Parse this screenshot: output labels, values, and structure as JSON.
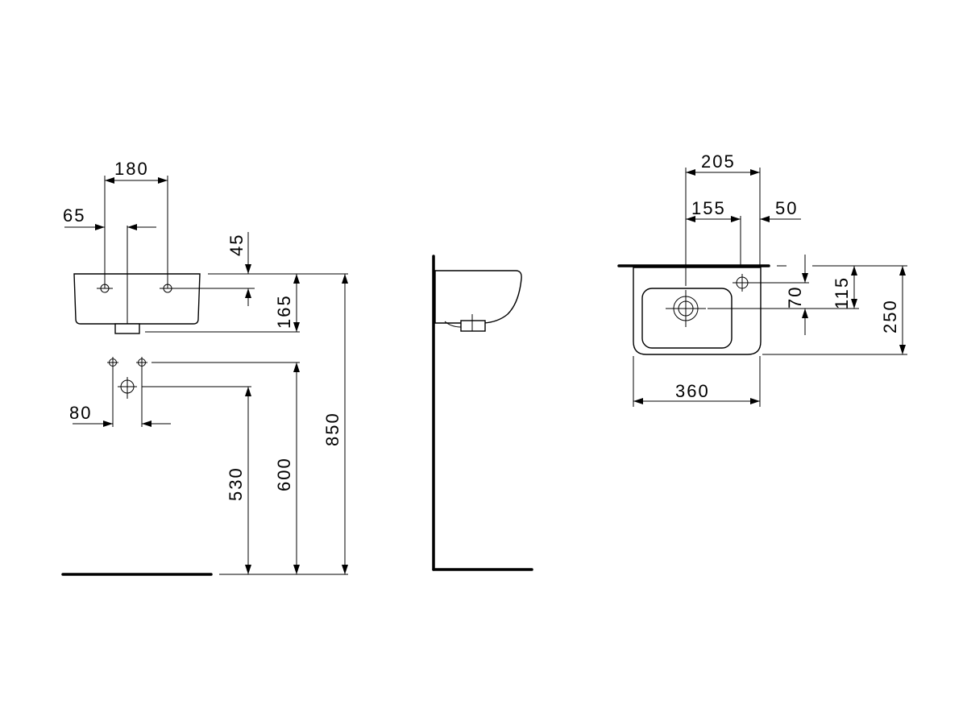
{
  "front_view": {
    "dim_tap_spacing": "180",
    "dim_tap_offset": "65",
    "dim_top_to_tap": "45",
    "dim_basin_height": "165",
    "dim_supply_spacing": "80",
    "dim_waste_height": "530",
    "dim_supply_height": "600",
    "dim_rim_height": "850"
  },
  "top_view": {
    "dim_waste_offset": "205",
    "dim_tap_from_waste": "155",
    "dim_tap_from_edge": "50",
    "dim_tap_to_waste": "70",
    "dim_wall_to_waste": "115",
    "dim_depth": "250",
    "dim_width": "360"
  }
}
